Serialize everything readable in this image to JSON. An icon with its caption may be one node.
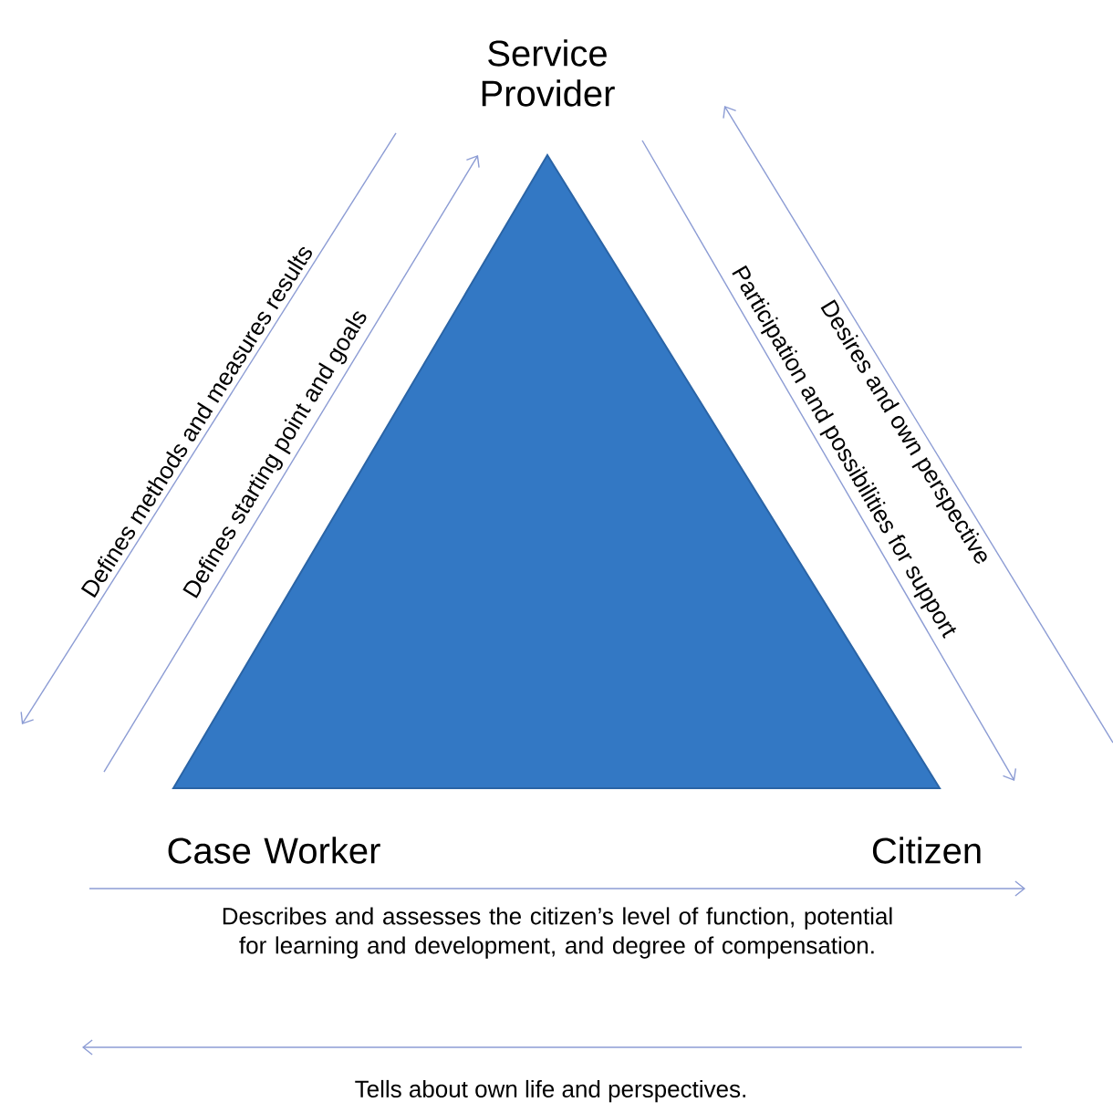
{
  "diagram": {
    "nodes": [
      {
        "text": [
          "Service Provider"
        ]
      },
      {
        "text": [
          "Case Worker"
        ]
      },
      {
        "text": [
          "Citizen"
        ]
      }
    ],
    "edges": [
      {
        "from": 0,
        "to": null,
        "arrow": "to",
        "label": "Defines methods and measures results"
      },
      {
        "from": 1,
        "to": 0,
        "arrow": "to",
        "label": "Defines starting point and goals"
      },
      {
        "from": 0,
        "to": 2,
        "arrow": "to",
        "label": "Participation and possibilities for support"
      },
      {
        "from": null,
        "to": 0,
        "arrow": "to",
        "label": "Desires and own perspective"
      },
      {
        "from": 1,
        "to": 2,
        "arrow": "to",
        "label": "Describes and assesses the citizen’s level of function, potential for learning and development, and degree of compensation."
      }
    ],
    "labels": [
      "Tells about own life and perspectives."
    ]
  }
}
